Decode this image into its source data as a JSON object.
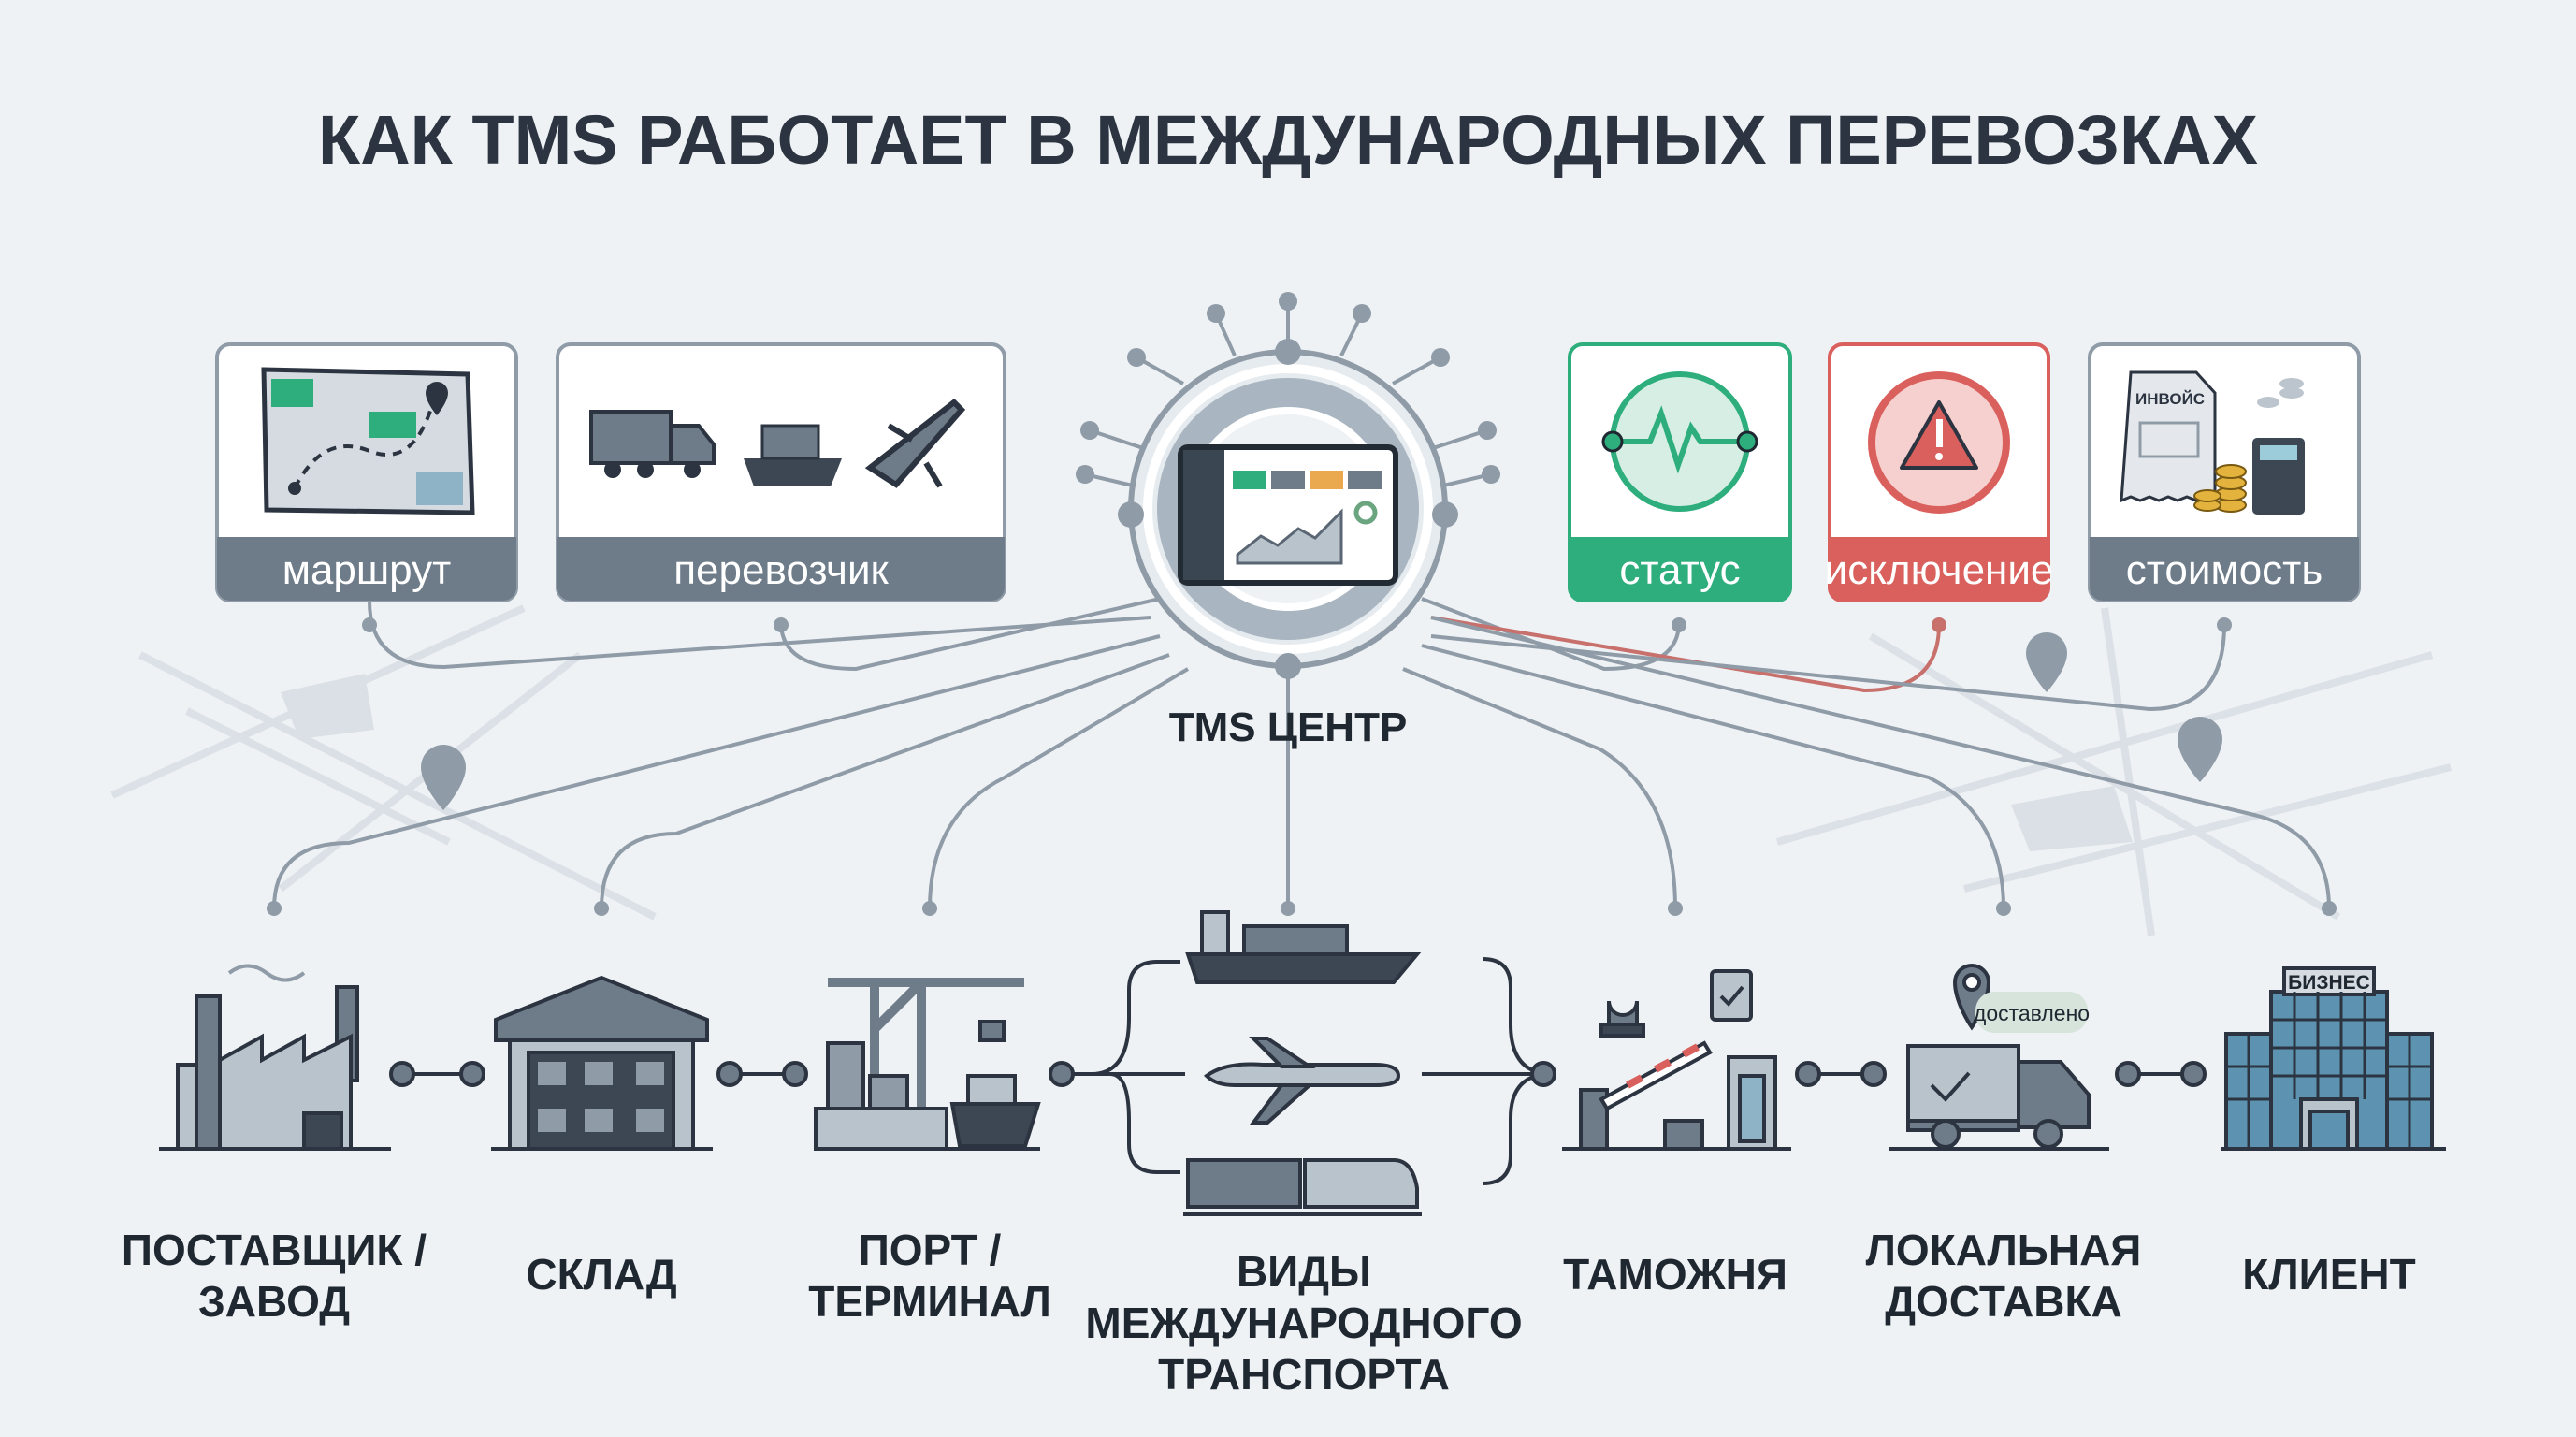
{
  "title": "КАК TMS РАБОТАЕТ В МЕЖДУНАРОДНЫХ ПЕРЕВОЗКАХ",
  "colors": {
    "background": "#eef2f5",
    "dark": "#2b3440",
    "slate": "#6e7b89",
    "green": "#2fae7d",
    "red": "#d9605c",
    "gold": "#e3b33e",
    "blue": "#5d93b0"
  },
  "top_cards": [
    {
      "label": "маршрут",
      "icon": "map-route-icon",
      "color": "#6e7b89"
    },
    {
      "label": "перевозчик",
      "icon": "truck-ship-plane-icon",
      "color": "#6e7b89"
    },
    {
      "label": "статус",
      "icon": "heartbeat-status-icon",
      "color": "#2fae7d"
    },
    {
      "label": "исключение",
      "icon": "warning-triangle-icon",
      "color": "#d9605c"
    },
    {
      "label": "стоимость",
      "icon": "invoice-calculator-icon",
      "color": "#6e7b89",
      "invoice_text": "ИНВОЙС"
    }
  ],
  "hub": {
    "label": "TMS ЦЕНТР",
    "icon": "dashboard-monitor-icon"
  },
  "nodes": [
    {
      "label_lines": [
        "ПОСТАВЩИК /",
        "ЗАВОД"
      ],
      "icon": "factory-icon"
    },
    {
      "label_lines": [
        "СКЛАД"
      ],
      "icon": "warehouse-icon"
    },
    {
      "label_lines": [
        "ПОРТ /",
        "ТЕРМИНАЛ"
      ],
      "icon": "port-crane-icon"
    },
    {
      "label_lines": [
        "ВИДЫ",
        "МЕЖДУНАРОДНОГО",
        "ТРАНСПОРТА"
      ],
      "icon": "ship-plane-train-icon"
    },
    {
      "label_lines": [
        "ТАМОЖНЯ"
      ],
      "icon": "customs-barrier-icon"
    },
    {
      "label_lines": [
        "ЛОКАЛЬНАЯ",
        "ДОСТАВКА"
      ],
      "icon": "delivery-truck-icon",
      "badge": "доставлено"
    },
    {
      "label_lines": [
        "КЛИЕНТ"
      ],
      "icon": "business-building-icon",
      "sign": "БИЗНЕС"
    }
  ]
}
